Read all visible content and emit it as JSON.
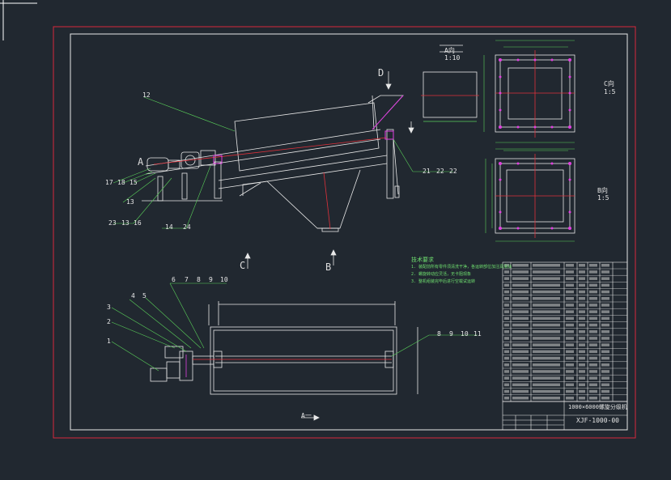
{
  "colors": {
    "background": "#212830",
    "frame_outer": "#d8283c",
    "frame_inner": "#e8e8e8",
    "leader": "#5ad15a",
    "center": "#e0303a",
    "accent": "#e040e0"
  },
  "views": {
    "view_d": {
      "letter": "D"
    },
    "view_b_small": {
      "title": "B向",
      "scale": "1:5"
    },
    "view_c_small": {
      "title": "C向",
      "scale": "1:5"
    },
    "view_a_small": {
      "title": "A向",
      "scale": "1:10"
    },
    "arrow_b": "B",
    "arrow_c": "C",
    "arrow_a": "A",
    "view_a_bottom": "A一"
  },
  "part_numbers": {
    "side_left": [
      "17",
      "18",
      "15",
      "13",
      "23",
      "13",
      "16",
      "14",
      "24"
    ],
    "side_top": "12",
    "side_right": [
      "21",
      "22",
      "22"
    ],
    "plan_top": [
      "6",
      "7",
      "8",
      "9",
      "10"
    ],
    "plan_left": [
      "5",
      "4",
      "3",
      "2",
      "1"
    ],
    "plan_right": [
      "8",
      "9",
      "10",
      "11"
    ]
  },
  "notes": [
    "技术要求",
    "1. 装配前所有零件须清洗干净，各运转部位加注润滑油",
    "2. 螺旋转动应灵活，无卡阻现象",
    "3. 整机组装完毕后进行空载试运转"
  ],
  "title_block": {
    "title": "1000×6000螺旋分级机",
    "drawing_no": "XJF-1000-00"
  }
}
